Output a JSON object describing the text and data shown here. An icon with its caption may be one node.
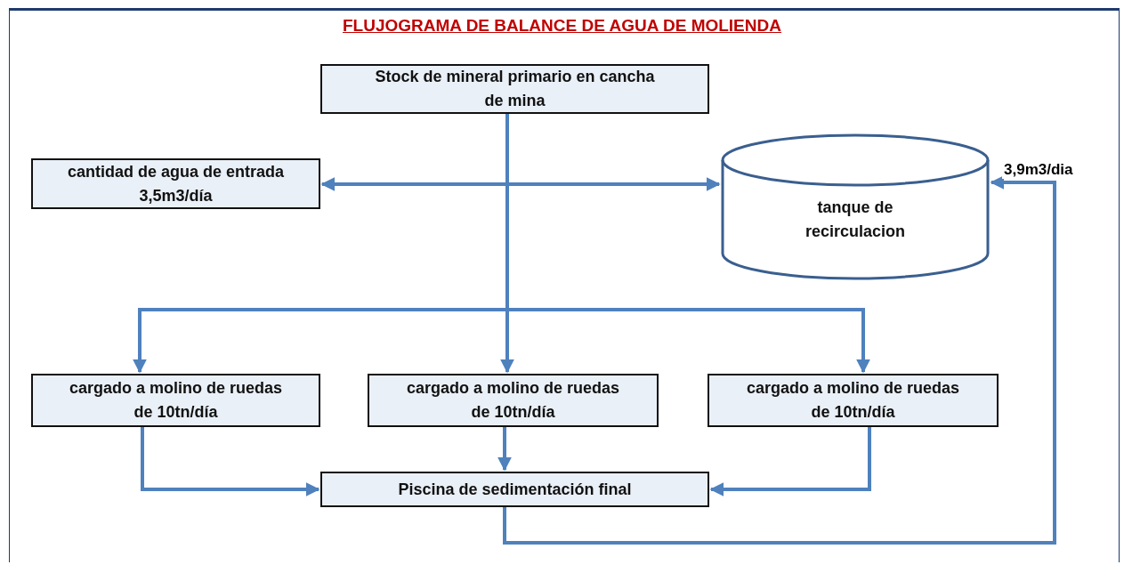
{
  "diagram": {
    "title": "FLUJOGRAMA DE BALANCE DE AGUA DE MOLIENDA",
    "nodes": [
      {
        "text": [
          "Stock de mineral primario en cancha de mina"
        ]
      },
      {
        "text": [
          "cantidad de agua de entrada 3,5m3/día"
        ]
      },
      {
        "text": [
          "tanque de recirculacion"
        ]
      },
      {
        "text": [
          "cargado a molino de ruedas de 10tn/día"
        ]
      },
      {
        "text": [
          "cargado a molino de ruedas de 10tn/día"
        ]
      },
      {
        "text": [
          "cargado a molino de ruedas de 10tn/día"
        ]
      },
      {
        "text": [
          "Piscina de sedimentación final"
        ]
      }
    ],
    "edges": [
      {
        "from": 1,
        "to": 2,
        "arrow": "both"
      },
      {
        "from": 0,
        "to": 3,
        "arrow": "to"
      },
      {
        "from": 0,
        "to": 4,
        "arrow": "to"
      },
      {
        "from": 0,
        "to": 5,
        "arrow": "to"
      },
      {
        "from": 3,
        "to": 6,
        "arrow": "to"
      },
      {
        "from": 4,
        "to": 6,
        "arrow": "to"
      },
      {
        "from": 5,
        "to": 6,
        "arrow": "to"
      },
      {
        "from": 6,
        "to": 2,
        "arrow": "to",
        "label": "3,9m3/dia"
      }
    ]
  }
}
